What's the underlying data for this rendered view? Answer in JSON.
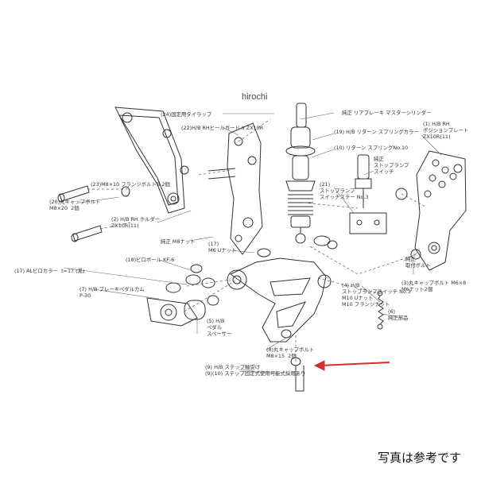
{
  "watermark": "hirochi",
  "note": "写真は参考です",
  "colors": {
    "line": "#333333",
    "arrow": "#d32f2f"
  },
  "labels": {
    "tie_wrap": "(24)固定用タイラップ",
    "master_cyl": "純正 リアブレーキ マスターシリンダー",
    "heel_guard": "(22)H/B RHヒールガード II ZX10R",
    "return_spring_collar": "(19) H/B リターン スプリングカラー",
    "return_spring": "(10) リターン スプリングNo.10",
    "pos_plate": "(1) H/B RH\nポジションプレート\nZX10R(11)",
    "stop_lamp_sw": "純正\nストップランプ\nスイッチ",
    "bolt20": "(20)丸キャップボルト\nM8×20  2個",
    "nut23": "(23)M8×10 フランジボルトB 2個",
    "rh_holder": "(2) H/B RH ホルダー\nZX10R(11)",
    "stay21": "(21)\nストップランプ\nスイッチステー No.3",
    "junsei_nut": "純正 M8ナット",
    "nut17": "(17)\nM6 Uナット",
    "pillow18": "(18)ピロボール KF-6",
    "junsei_bolt": "純正\n取付ボルト",
    "collar17": "(17) ALピロカラー  t=17 (黒)",
    "bolt_m6": "(3)丸キャップボルト M6×8\nM6ナット2個",
    "pedal_arm": "(7) H/B ブレーキペダルカム\nP-30",
    "collar4": "(4) H/B\nストップランプスイッチ No.3\nM10 Uナット\nM10 フランジナット",
    "spacer5": "(5) H/B\nペダル\nスペーサー",
    "spring6": "(6)\n純正部品",
    "bolt_m8x15": "(8)丸キャップボルト\nM8×15  2個",
    "shaft": "(9) H/B ステップ軸受け\n(9)(10) ステップ固定式使用可能式採用あり"
  }
}
